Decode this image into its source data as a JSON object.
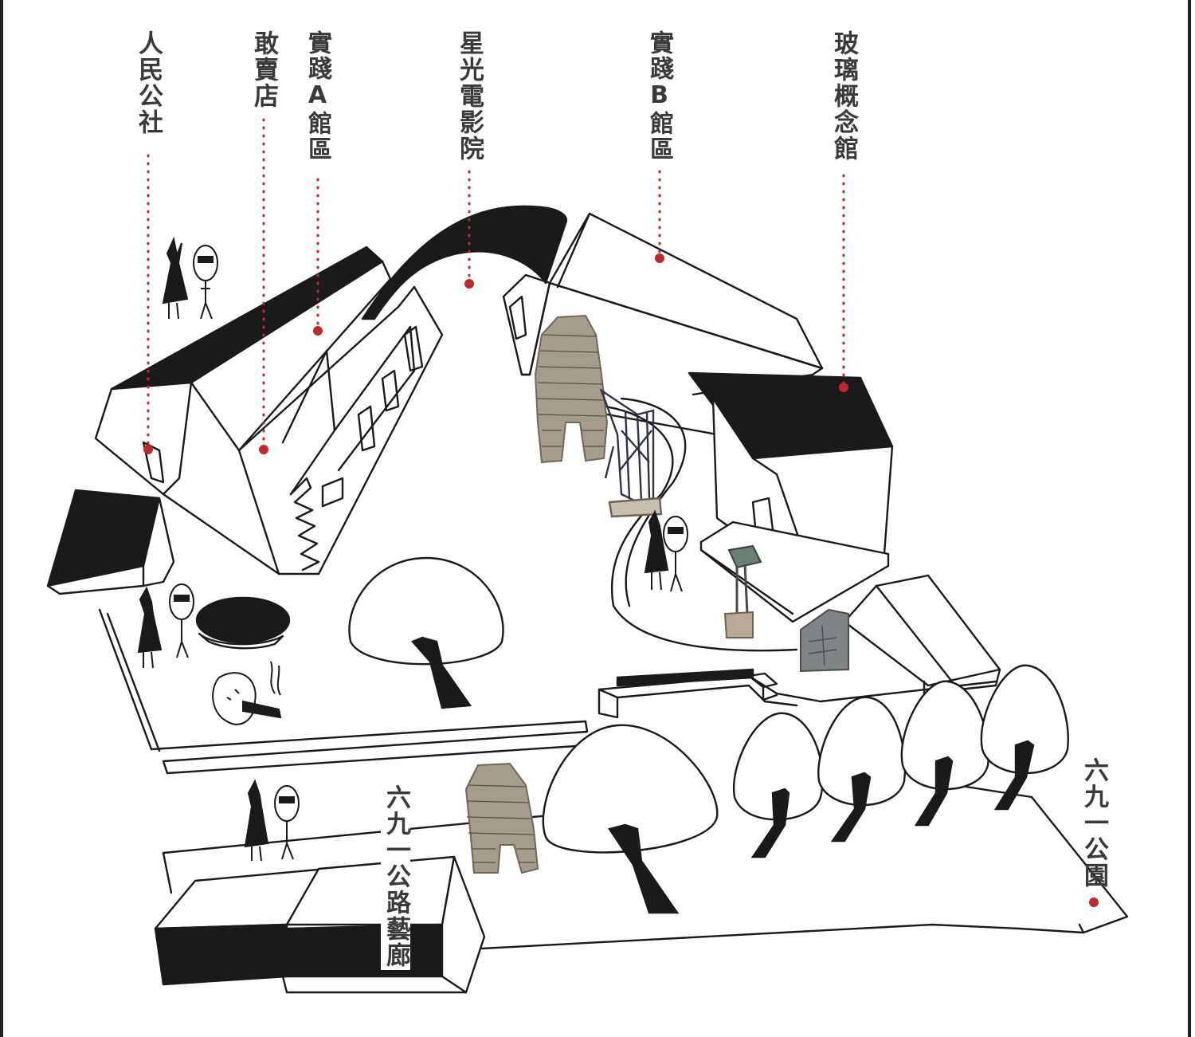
{
  "locations": [
    {
      "id": "people-commune",
      "name": "人民公社"
    },
    {
      "id": "dare-to-sell",
      "name": "敢賣店"
    },
    {
      "id": "practice-a",
      "name": "實踐A館區"
    },
    {
      "id": "starlight-cinema",
      "name": "星光電影院"
    },
    {
      "id": "practice-b",
      "name": "實踐B館區"
    },
    {
      "id": "glass-concept",
      "name": "玻璃概念館"
    },
    {
      "id": "road-gallery",
      "name": "六九一公路藝廊"
    },
    {
      "id": "park-691",
      "name": "六九一公園"
    }
  ],
  "colors": {
    "marker": "#c0282d",
    "ink": "#1a1a1a",
    "label": "#3a3a3a",
    "background": "#ffffff"
  }
}
